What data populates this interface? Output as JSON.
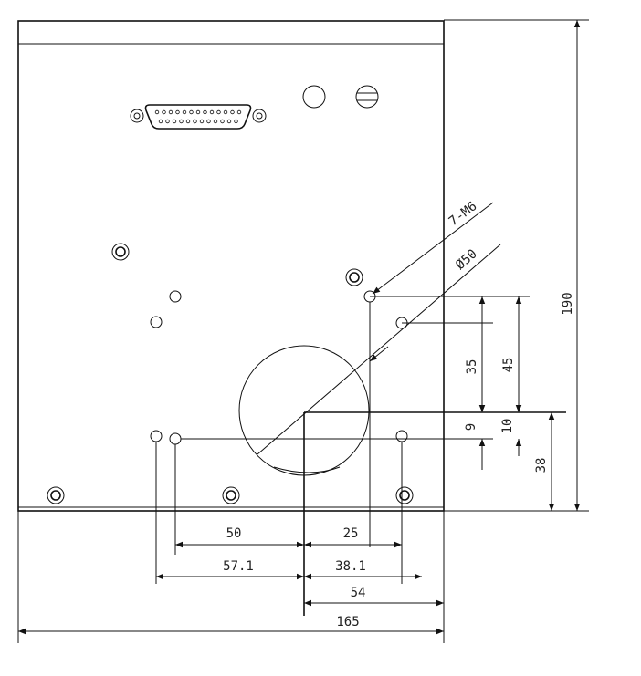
{
  "drawing": {
    "callouts": {
      "tapped_holes": "7-M6",
      "circle_diameter": "Ø50"
    },
    "dimensions": {
      "overall_height": "190",
      "overall_width": "165",
      "vertical_35": "35",
      "vertical_45": "45",
      "vertical_9": "9",
      "vertical_10": "10",
      "vertical_38": "38",
      "horizontal_50": "50",
      "horizontal_25": "25",
      "horizontal_57_1": "57.1",
      "horizontal_38_1": "38.1",
      "horizontal_54": "54"
    }
  }
}
